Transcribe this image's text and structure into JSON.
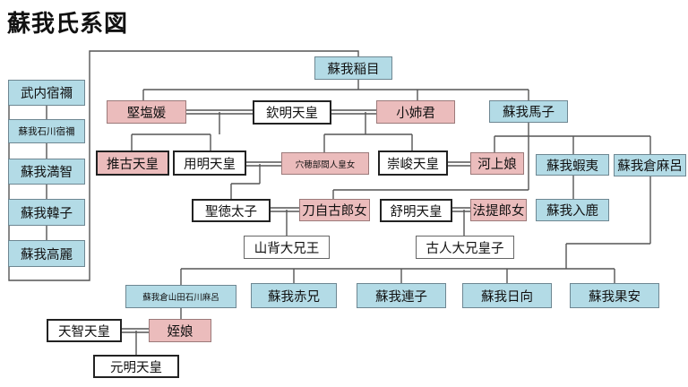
{
  "title": "蘇我氏系図",
  "people": {
    "takeuchi": "武内宿禰",
    "ishikawa": "蘇我石川宿禰",
    "machi": "蘇我満智",
    "karako": "蘇我韓子",
    "koma": "蘇我高麗",
    "iname": "蘇我稲目",
    "kitashihime": "堅塩媛",
    "kinmei": "欽明天皇",
    "oanegimi": "小姉君",
    "umako": "蘇我馬子",
    "suiko": "推古天皇",
    "yomei": "用明天皇",
    "anahobe": "穴穂部間人皇女",
    "sushun": "崇峻天皇",
    "kawakami": "河上娘",
    "emishi": "蘇我蝦夷",
    "kuramaro": "蘇我倉麻呂",
    "iruka": "蘇我入鹿",
    "shotoku": "聖徳太子",
    "tojiko": "刀自古郎女",
    "jomei": "舒明天皇",
    "hotehoto": "法提郎女",
    "yamashiro": "山背大兄王",
    "furuhito": "古人大兄皇子",
    "ishikawamaro": "蘇我倉山田石川麻呂",
    "akae": "蘇我赤兄",
    "muraji": "蘇我連子",
    "himuka": "蘇我日向",
    "hatayasu": "蘇我果安",
    "tenji": "天智天皇",
    "ochi": "姪娘",
    "genmei": "元明天皇"
  }
}
